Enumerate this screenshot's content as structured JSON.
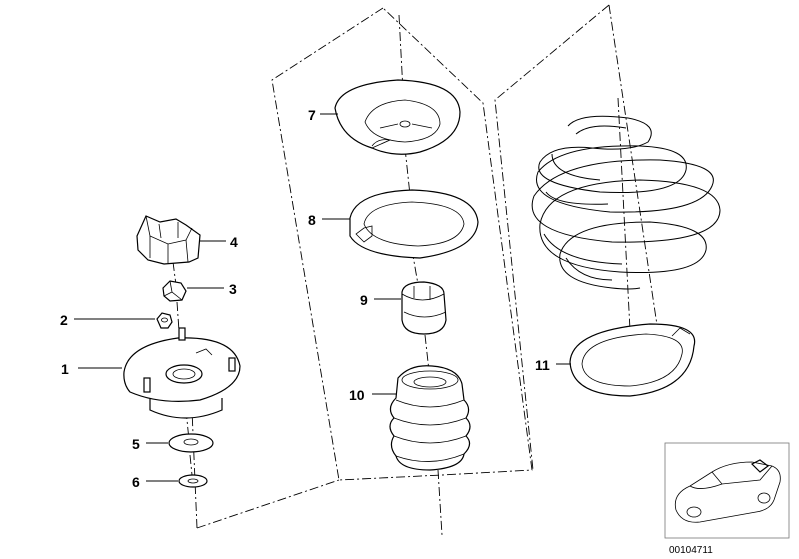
{
  "labels": {
    "p1": "1",
    "p2": "2",
    "p3": "3",
    "p4": "4",
    "p5": "5",
    "p6": "6",
    "p7": "7",
    "p8": "8",
    "p9": "9",
    "p10": "10",
    "p11": "11"
  },
  "reference_number": "00104711"
}
